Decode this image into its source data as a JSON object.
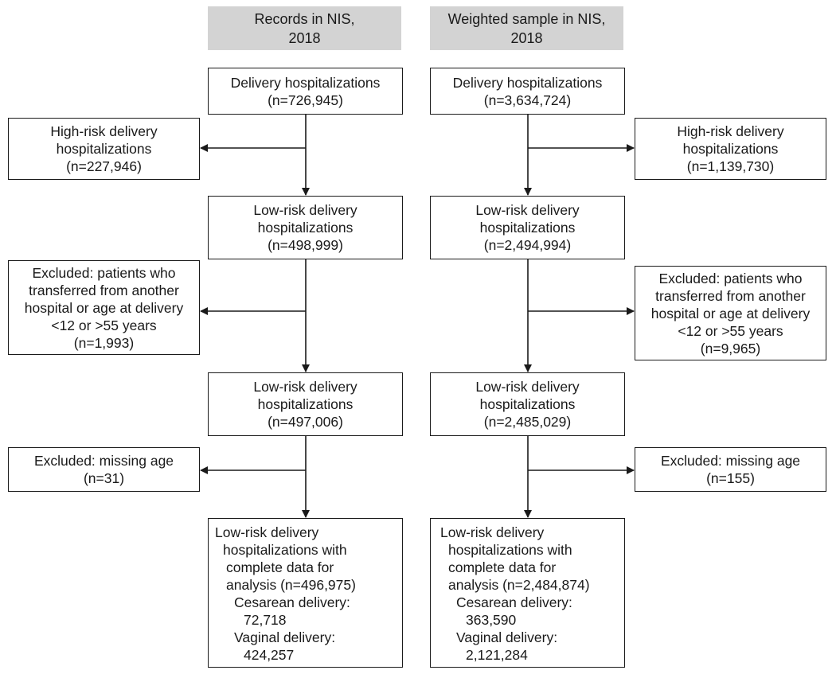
{
  "headers": {
    "left": [
      "Records in NIS,",
      "2018"
    ],
    "right": [
      "Weighted sample in NIS,",
      "2018"
    ]
  },
  "left": {
    "delivery": [
      "Delivery hospitalizations",
      "(n=726,945)"
    ],
    "high_risk": [
      "High-risk delivery",
      "hospitalizations",
      "(n=227,946)"
    ],
    "low_risk_1": [
      "Low-risk delivery",
      "hospitalizations",
      "(n=498,999)"
    ],
    "excluded_transfer": [
      "Excluded: patients who",
      "transferred from another",
      "hospital or age at delivery",
      "<12 or >55 years",
      "(n=1,993)"
    ],
    "low_risk_2": [
      "Low-risk delivery",
      "hospitalizations",
      "(n=497,006)"
    ],
    "excluded_age": [
      "Excluded: missing age",
      "(n=31)"
    ],
    "final": [
      "Low-risk delivery",
      "hospitalizations with",
      "complete data for",
      "analysis (n=496,975)",
      "Cesarean delivery:",
      "72,718",
      "Vaginal delivery:",
      "424,257"
    ]
  },
  "right": {
    "delivery": [
      "Delivery hospitalizations",
      "(n=3,634,724)"
    ],
    "high_risk": [
      "High-risk delivery",
      "hospitalizations",
      "(n=1,139,730)"
    ],
    "low_risk_1": [
      "Low-risk delivery",
      "hospitalizations",
      "(n=2,494,994)"
    ],
    "excluded_transfer": [
      "Excluded: patients who",
      "transferred from another",
      "hospital or age at delivery",
      "<12 or >55 years",
      "(n=9,965)"
    ],
    "low_risk_2": [
      "Low-risk delivery",
      "hospitalizations",
      "(n=2,485,029)"
    ],
    "excluded_age": [
      "Excluded: missing age",
      "(n=155)"
    ],
    "final": [
      "Low-risk delivery",
      "hospitalizations with",
      "complete data for",
      "analysis (n=2,484,874)",
      "Cesarean delivery:",
      "363,590",
      "Vaginal delivery:",
      "2,121,284"
    ]
  },
  "colors": {
    "header_bg": "#d3d3d3",
    "line": "#1a1a1a",
    "box_border": "#1a1a1a"
  }
}
